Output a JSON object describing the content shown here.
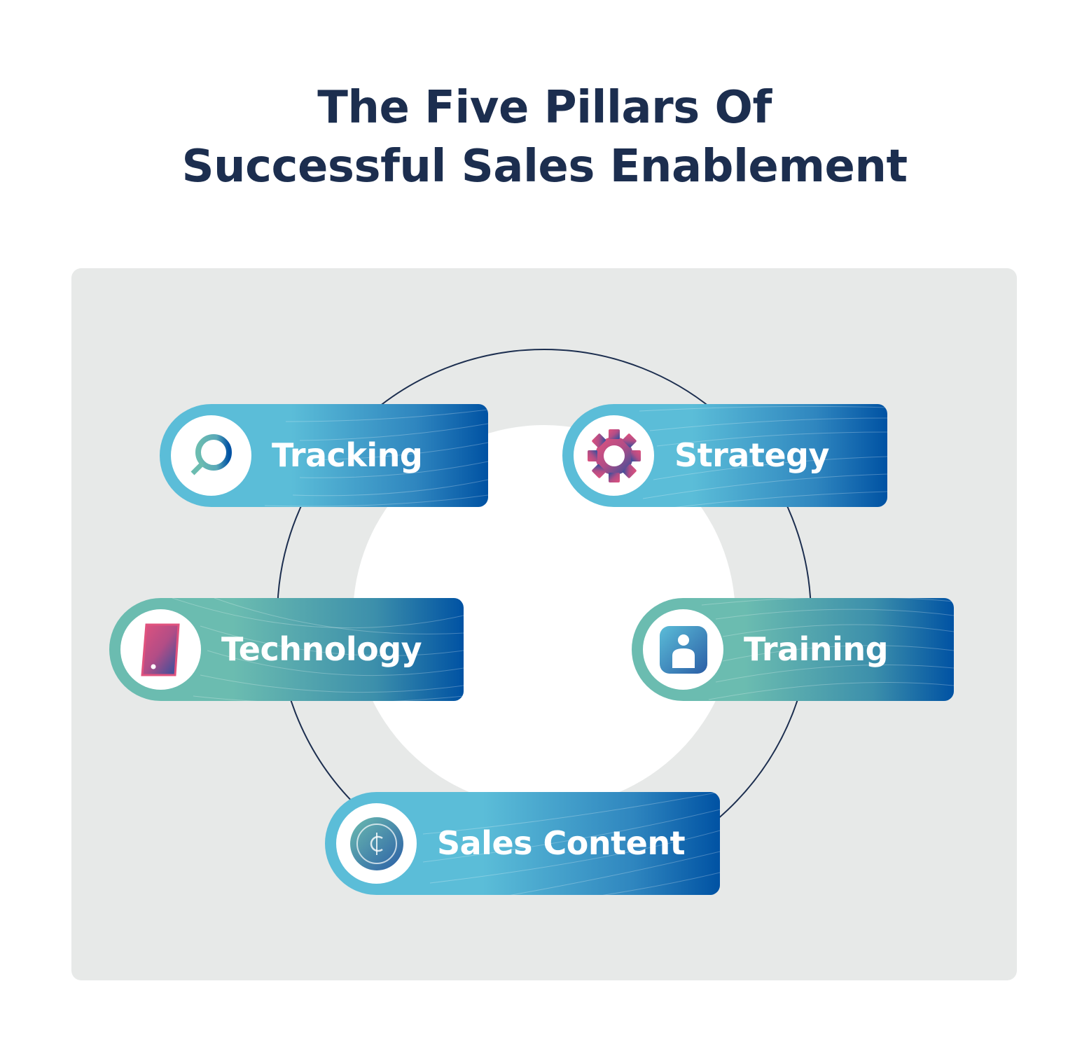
{
  "title": {
    "line1": "The Five Pillars Of",
    "line2": "Successful Sales Enablement"
  },
  "pillars": [
    {
      "label": "Tracking",
      "icon": "magnifier-icon",
      "theme": "blue"
    },
    {
      "label": "Strategy",
      "icon": "gear-icon",
      "theme": "blue"
    },
    {
      "label": "Technology",
      "icon": "smartphone-icon",
      "theme": "teal"
    },
    {
      "label": "Training",
      "icon": "person-icon",
      "theme": "teal"
    },
    {
      "label": "Sales Content",
      "icon": "coin-icon",
      "theme": "blue"
    }
  ],
  "colors": {
    "title": "#1c2e4f",
    "panel": "#e7e9e8",
    "blue_start": "#5bbdd8",
    "teal_start": "#6bbcb0",
    "gradient_end": "#0052a3",
    "icon_pink": "#e0527e"
  }
}
